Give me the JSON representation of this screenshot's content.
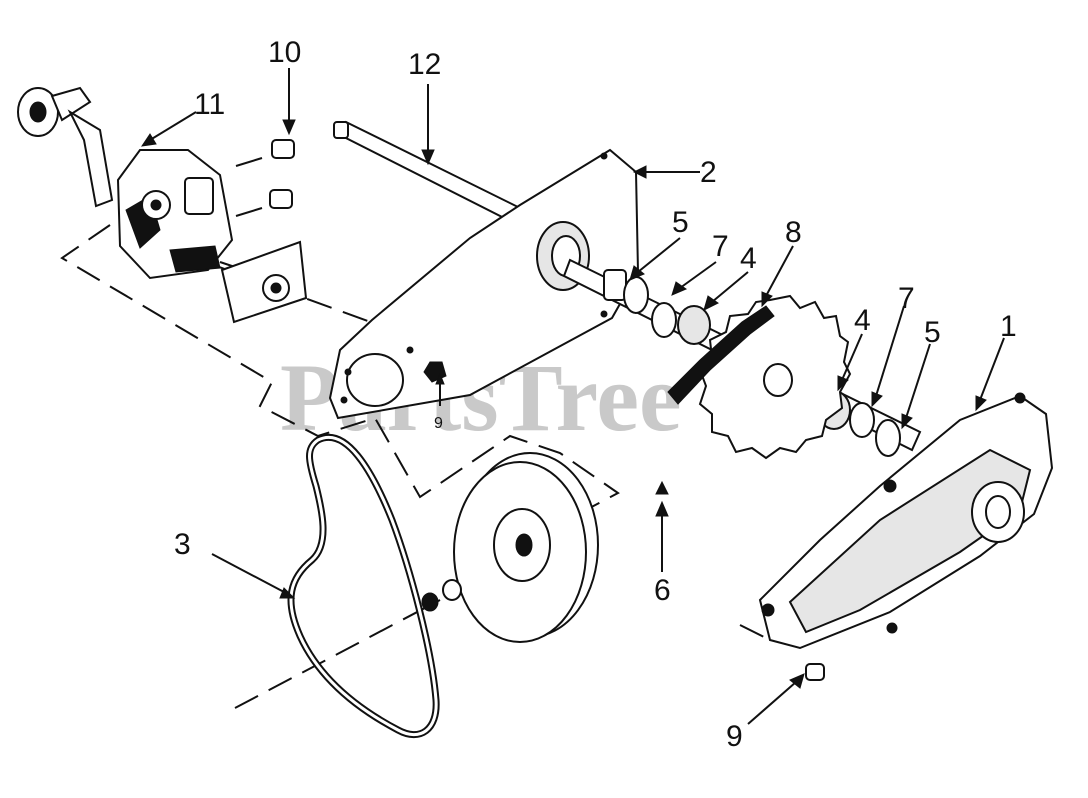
{
  "watermark": {
    "text": "PartsTree",
    "trademark": "™"
  },
  "callouts": {
    "c1": "1",
    "c2": "2",
    "c3": "3",
    "c4a": "4",
    "c4b": "4",
    "c5a": "5",
    "c5b": "5",
    "c6": "6",
    "c7a": "7",
    "c7b": "7",
    "c8": "8",
    "c9a": "9",
    "c9b": "9",
    "c10": "10",
    "c11": "11",
    "c12": "12"
  }
}
